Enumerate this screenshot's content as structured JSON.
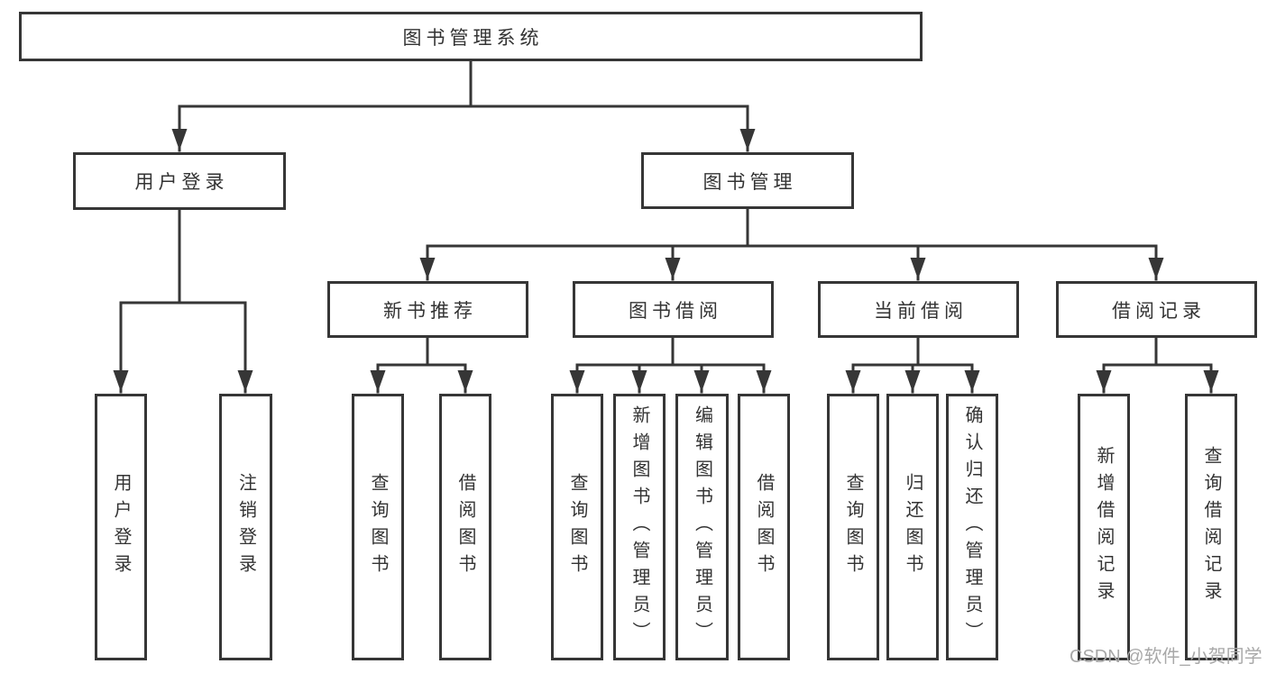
{
  "diagram": {
    "watermark": "CSDN @软件_小贺同学",
    "colors": {
      "line": "#363636",
      "text": "#333333",
      "box_background": "#ffffff",
      "watermark": "#a8a8a8"
    },
    "nodes": {
      "root": {
        "label": "图书管理系统"
      },
      "user_login": {
        "label": "用户登录"
      },
      "book_mgmt": {
        "label": "图书管理"
      },
      "new_books": {
        "label": "新书推荐"
      },
      "book_borrow": {
        "label": "图书借阅"
      },
      "current_borrow": {
        "label": "当前借阅"
      },
      "borrow_records": {
        "label": "借阅记录"
      },
      "user_login_leaf": {
        "label": "用户登录"
      },
      "logout_leaf": {
        "label": "注销登录"
      },
      "nb_query": {
        "label": "查询图书"
      },
      "nb_borrow": {
        "label": "借阅图书"
      },
      "bb_query": {
        "label": "查询图书"
      },
      "bb_add": {
        "label": "新增图书（管理员）"
      },
      "bb_edit": {
        "label": "编辑图书（管理员）"
      },
      "bb_borrow": {
        "label": "借阅图书"
      },
      "cb_query": {
        "label": "查询图书"
      },
      "cb_return": {
        "label": "归还图书"
      },
      "cb_confirm": {
        "label": "确认归还（管理员）"
      },
      "br_add": {
        "label": "新增借阅记录"
      },
      "br_query": {
        "label": "查询借阅记录"
      }
    }
  }
}
